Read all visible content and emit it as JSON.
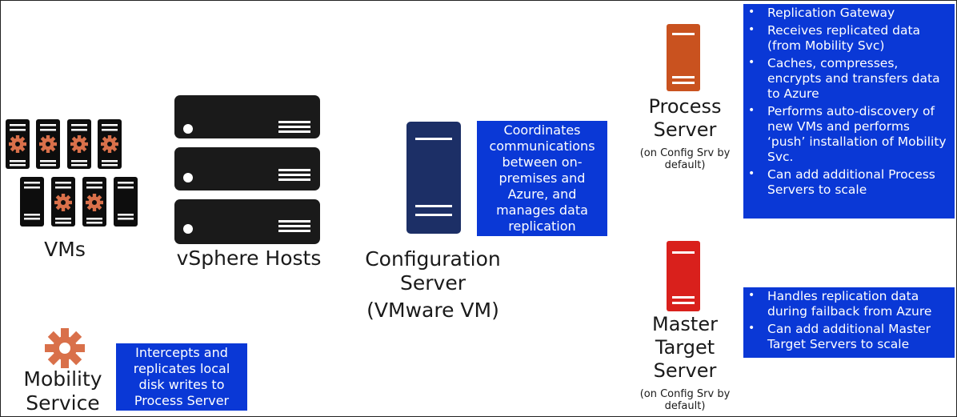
{
  "colors": {
    "vm_black": "#0d0d0d",
    "gear_orange": "#d9704a",
    "host_black": "#1a1a1a",
    "config_navy": "#1c2f66",
    "process_orange": "#c9521f",
    "master_red": "#d9201c",
    "note_blue": "#0a38d6"
  },
  "icons": {
    "vm": "vm-tower-with-gear-icon",
    "host": "rack-server-icon",
    "config_server": "tower-server-icon",
    "process_server": "tower-server-icon",
    "master_target": "tower-server-icon",
    "mobility": "gear-icon"
  },
  "vms": {
    "label": "VMs"
  },
  "hosts": {
    "label": "vSphere Hosts"
  },
  "mobility": {
    "label_line1": "Mobility",
    "label_line2": "Service",
    "note_lines": [
      "Intercepts and",
      "replicates local",
      "disk writes to",
      "Process Server"
    ]
  },
  "config": {
    "label_line1": "Configuration",
    "label_line2": "Server",
    "label_line3": "(VMware VM)",
    "note_lines": [
      "Coordinates",
      "communications",
      "between on-",
      "premises and",
      "Azure, and",
      "manages data",
      "replication"
    ]
  },
  "process": {
    "label_line1": "Process",
    "label_line2": "Server",
    "sub_line1": "(on Config Srv by",
    "sub_line2": "default)",
    "bullets": [
      "Replication Gateway",
      "Receives replicated data (from Mobility Svc)",
      "Caches, compresses, encrypts and transfers data to Azure",
      "Performs auto-discovery of new VMs and performs ‘push’ installation of Mobility Svc.",
      "Can add additional Process Servers to scale"
    ]
  },
  "master": {
    "label_line1": "Master",
    "label_line2": "Target",
    "label_line3": "Server",
    "sub_line1": "(on Config Srv by",
    "sub_line2": "default)",
    "bullets": [
      "Handles replication data during failback from Azure",
      "Can add additional Master Target Servers to scale"
    ]
  }
}
